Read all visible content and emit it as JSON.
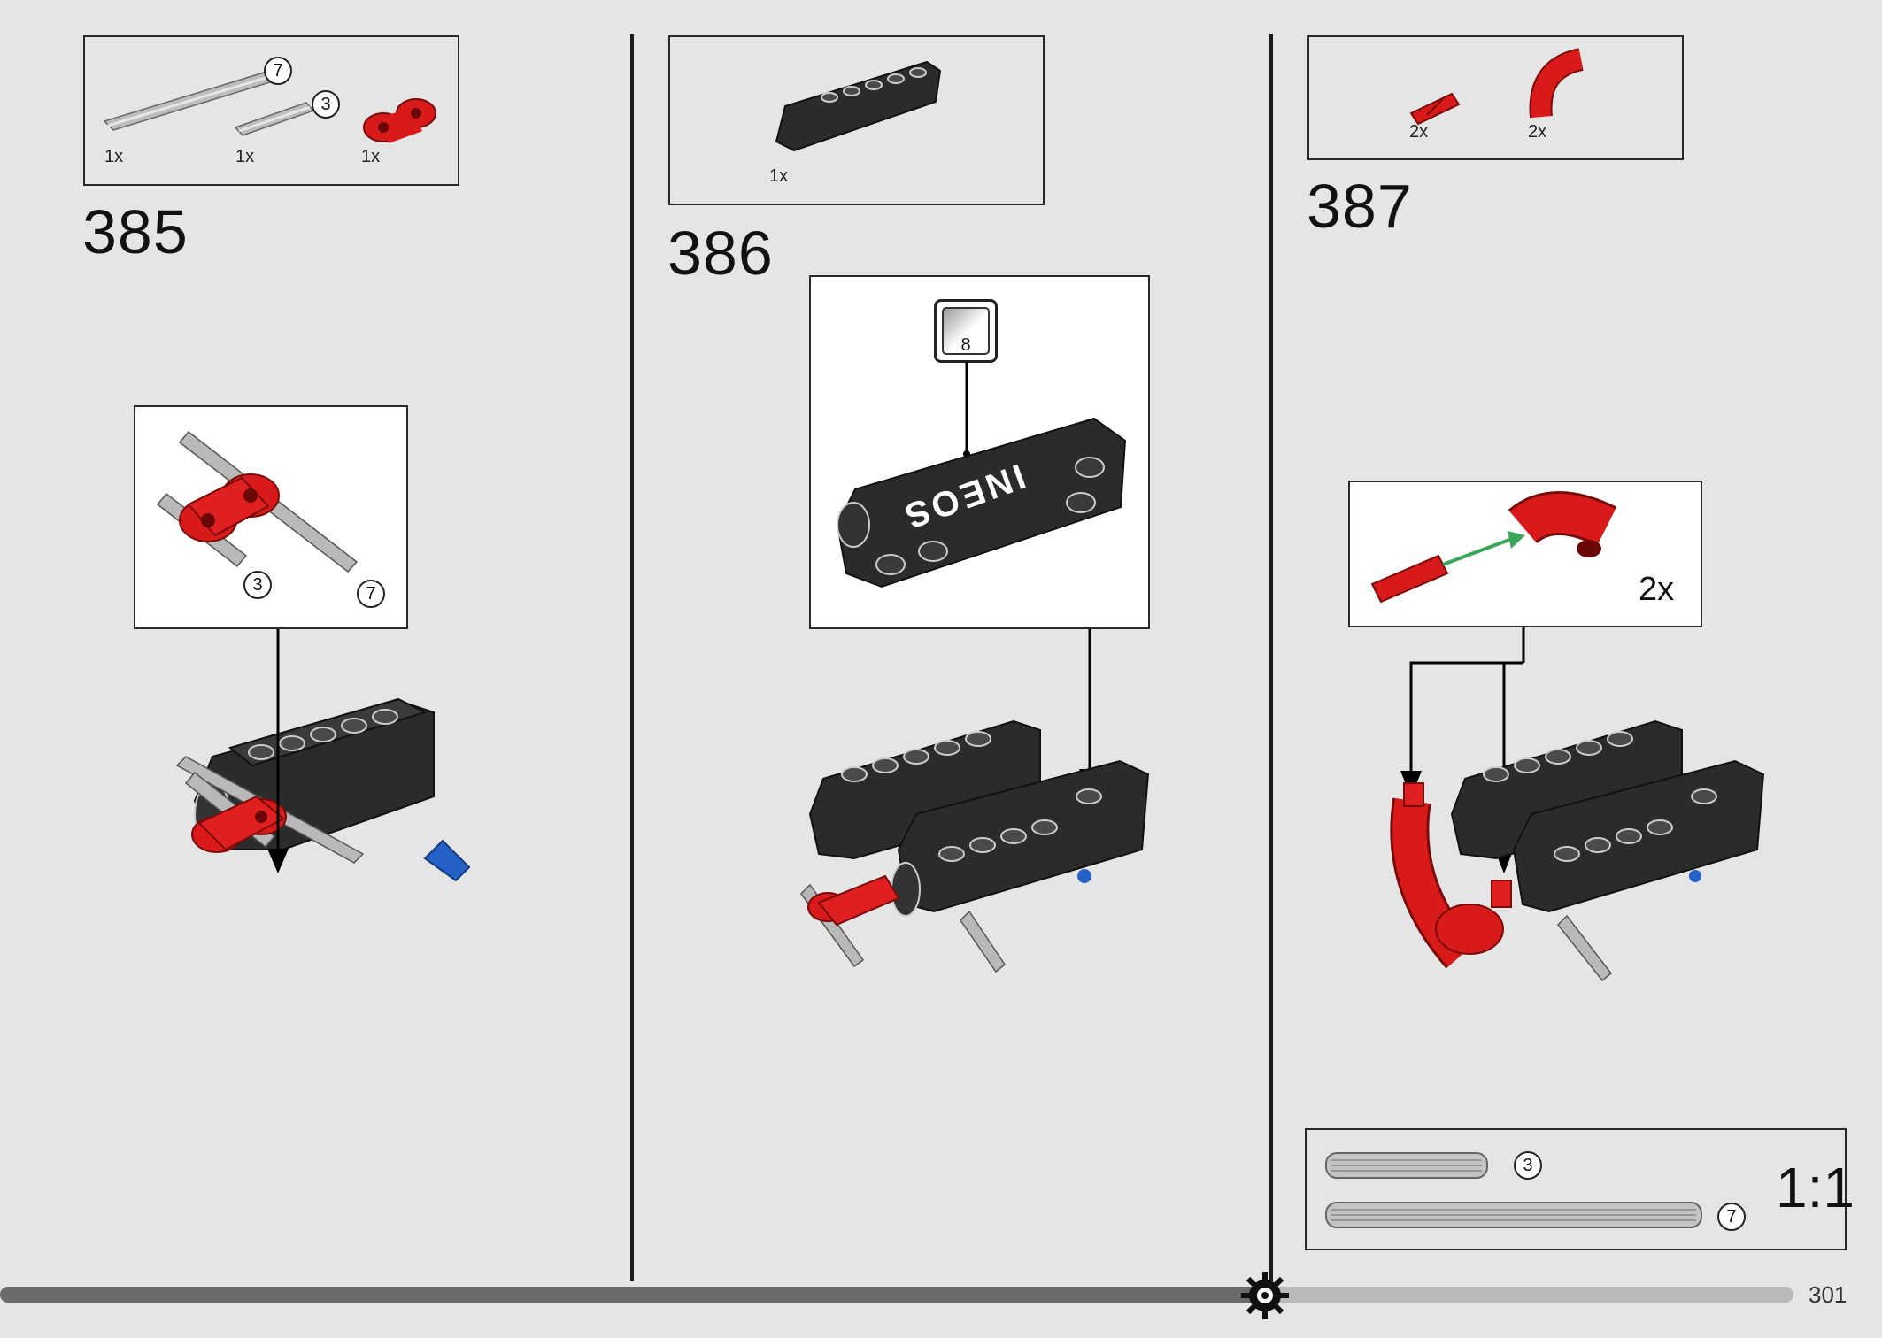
{
  "steps": [
    {
      "number": "385",
      "parts": [
        {
          "qty": "1x",
          "icon": "axle-7-icon",
          "size_label": "7"
        },
        {
          "qty": "1x",
          "icon": "axle-3-icon",
          "size_label": "3"
        },
        {
          "qty": "1x",
          "icon": "red-connector-icon"
        }
      ],
      "callout_labels": [
        "3",
        "7"
      ]
    },
    {
      "number": "386",
      "parts": [
        {
          "qty": "1x",
          "icon": "black-panel-icon"
        }
      ],
      "sticker_number": "8",
      "sticker_text": "INEOS"
    },
    {
      "number": "387",
      "parts": [
        {
          "qty": "2x",
          "icon": "red-pin-icon"
        },
        {
          "qty": "2x",
          "icon": "red-elbow-icon"
        }
      ],
      "callout_qty": "2x"
    }
  ],
  "scale_box": {
    "ratio": "1:1",
    "items": [
      {
        "label": "3"
      },
      {
        "label": "7"
      }
    ]
  },
  "footer": {
    "page_number": "301"
  },
  "colors": {
    "background": "#e5e5e5",
    "red_part": "#d91a1a",
    "black_part": "#2b2b2b",
    "axle": "#b9b9b9",
    "blue_pin": "#2462c8",
    "arrow_green": "#3aa65a"
  }
}
